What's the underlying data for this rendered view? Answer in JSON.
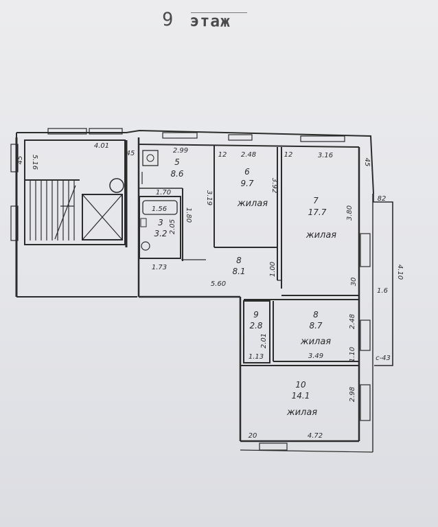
{
  "header": {
    "floor_number": "9",
    "floor_word": "этаж"
  },
  "living_label": "жилая",
  "rooms": [
    {
      "num": "5",
      "area": "8.6"
    },
    {
      "num": "6",
      "area": "9.7"
    },
    {
      "num": "7",
      "area": "17.7"
    },
    {
      "num": "3",
      "area": "3.2"
    },
    {
      "num": "8",
      "area": "8.1"
    },
    {
      "num": "9",
      "area": "2.8"
    },
    {
      "num": "8",
      "area": "8.7"
    },
    {
      "num": "10",
      "area": "14.1"
    }
  ],
  "dimensions": {
    "stair_width": "4.01",
    "d_45a": "45",
    "d_45b": "45",
    "d_516": "5.16",
    "r5_w": "2.99",
    "r5_h": "3.19",
    "r5_side": "1.80",
    "d_12a": "12",
    "r6_w": "2.48",
    "r6_h": "3.92",
    "d_12b": "12",
    "r7_w": "3.16",
    "r7_h": "3.80",
    "d_45c": "45",
    "d_82": "82",
    "d_1_70": "1.70",
    "d_1_56": "1.56",
    "d_2_05": "2.05",
    "d_1_73": "1.73",
    "d_5_60": "5.60",
    "d_1_00": "1.00",
    "d_30": "30",
    "d_1_6": "1.6",
    "d_4_10": "4.10",
    "r9_h": "2.01",
    "r9_w": "1.13",
    "r8b_h": "2.48",
    "r8b_w": "3.49",
    "r8b_side": "1.10",
    "d_c43": "c-43",
    "r10_h": "2.98",
    "r10_w": "4.72",
    "d_20": "20"
  }
}
